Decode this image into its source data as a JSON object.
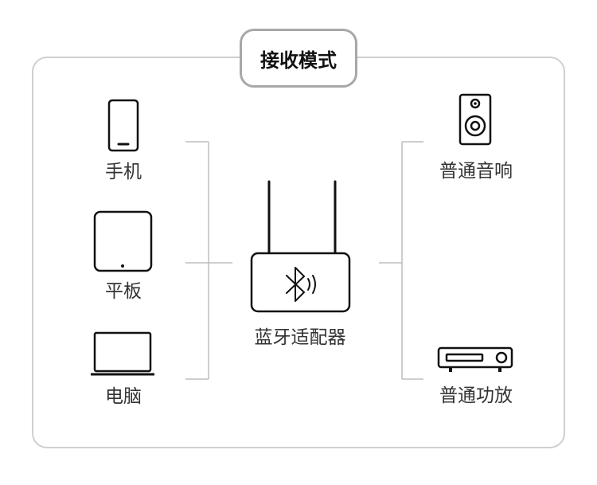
{
  "mode_title": "接收模式",
  "sources": [
    {
      "label": "手机",
      "icon": "smartphone-icon"
    },
    {
      "label": "平板",
      "icon": "tablet-icon"
    },
    {
      "label": "电脑",
      "icon": "laptop-icon"
    }
  ],
  "adapter": {
    "label": "蓝牙适配器",
    "icon": "bluetooth-icon"
  },
  "outputs": [
    {
      "label": "普通音响",
      "icon": "speaker-icon"
    },
    {
      "label": "普通功放",
      "icon": "amplifier-icon"
    }
  ],
  "colors": {
    "frame": "#cfcfcf",
    "connector": "#bdbdbd",
    "icon_stroke": "#111111",
    "mode_border": "#a8a8a8"
  }
}
